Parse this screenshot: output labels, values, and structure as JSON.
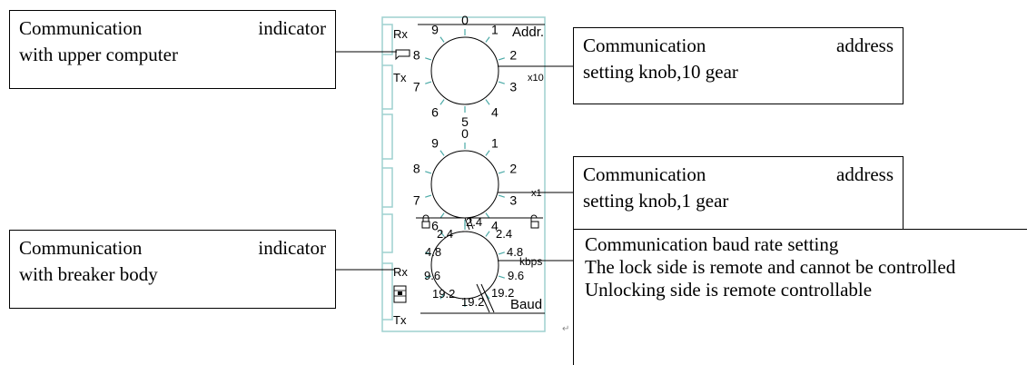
{
  "callouts": {
    "upper_computer": {
      "line1_a": "Communication",
      "line1_b": "indicator",
      "line2": "with upper computer"
    },
    "address_x10": {
      "line1_a": "Communication",
      "line1_b": "address",
      "line2": "setting knob,10 gear"
    },
    "address_x1": {
      "line1_a": "Communication",
      "line1_b": "address",
      "line2": "setting knob,1 gear"
    },
    "breaker_body": {
      "line1_a": "Communication",
      "line1_b": "indicator",
      "line2": "with breaker body"
    },
    "baud": {
      "line1": "Communication baud rate setting",
      "line2": "The lock side is remote and cannot be controlled",
      "line3": "Unlocking side is remote controllable"
    }
  },
  "panel": {
    "rx_top": "Rx",
    "tx_top": "Tx",
    "rx_bottom": "Rx",
    "tx_bottom": "Tx",
    "addr_label": "Addr.",
    "x10_label": "x10",
    "x1_label": "x1",
    "kbps_label": "kbps",
    "baud_label": "Baud",
    "dial_digits": [
      "0",
      "1",
      "2",
      "3",
      "4",
      "5",
      "6",
      "7",
      "8",
      "9"
    ],
    "baud_values": {
      "top": "2.4",
      "left_top": "2.4",
      "right_top": "2.4",
      "left_1": "4.8",
      "right_1": "4.8",
      "left_2": "9.6",
      "right_2": "9.6",
      "left_3": "19.2",
      "right_3": "19.2",
      "bottom": "19.2"
    }
  },
  "colors": {
    "panel_outline": "#9ed0cf",
    "ticks": "#4aa9a6",
    "text": "#000000"
  },
  "icons": [
    "lock-closed-icon",
    "lock-open-icon",
    "breaker-icon",
    "port-icon"
  ]
}
